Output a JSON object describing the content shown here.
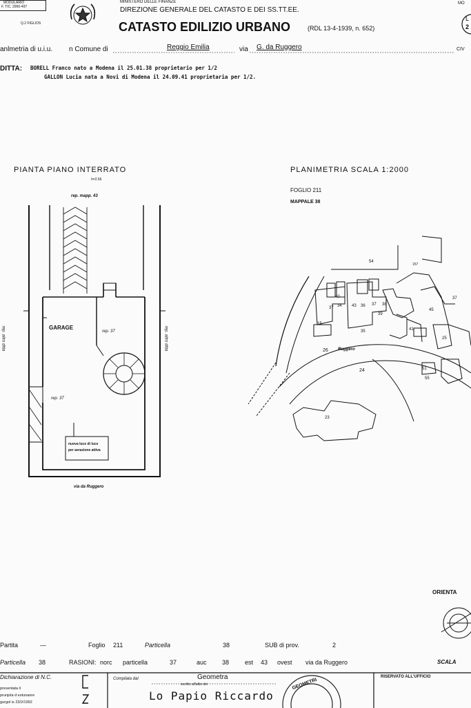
{
  "header": {
    "box_line1": "MODULARIO",
    "box_line2": "F. TIC. 2960-497",
    "box_code": "Q.2 FIGLIOS",
    "ministry": "MINISTERO DELLE FINANZE",
    "direction": "DIREZIONE GENERALE DEL CATASTO E DEI SS.TT.EE.",
    "catasto": "CATASTO EDILIZIO URBANO",
    "rdl": "(RDL 13-4-1939, n. 652)",
    "top_right": "MO",
    "circle_text1": "L",
    "circle_text2": "2",
    "planimetria_label": "anlmetria di u.i.u.",
    "comune_label": "n Comune di",
    "comune_value": "Reggio Emilia",
    "via_label": "via",
    "via_value": "G. da Ruggero",
    "civ_label": "CIV"
  },
  "ditta": {
    "label": "DITTA:",
    "line1": "BORELL  Franco  nato  a  Modena  il  25.01.38  proprietario  per  1/2",
    "line2": "GALLON  Lucia  nata  a  Novi  di  Modena  il  24.09.41  proprietaria  per  1/2."
  },
  "left_plan": {
    "title": "PIANTA PIANO INTERRATO",
    "subtitle": "h=2.66",
    "top_label": "rep. mapp. 43",
    "garage": "GARAGE",
    "room_a": "rep. 37",
    "room_b": "rep. 37",
    "side_left": "rep. altro ditta",
    "side_right": "rep. altro ditta",
    "note_line1": "nuova luce di luce",
    "note_line2": "per aerazione attiva",
    "street": "via da Ruggero"
  },
  "right_plan": {
    "title": "PLANIMETRIA SCALA  1:2000",
    "foglio": "FOGLIO  211",
    "mappale": "MAPPALE  38",
    "parcels": [
      "54",
      "157",
      "40",
      "37",
      "34",
      "36",
      "37",
      "38",
      "39",
      "15",
      "35",
      "43",
      "41",
      "45",
      "37",
      "25",
      "26",
      "24",
      "51",
      "55",
      "23"
    ],
    "street": "Ruggero"
  },
  "footer": {
    "orient": "ORIENTA",
    "scala": "SCALA",
    "partita_label": "Partita",
    "partita_value": "—",
    "foglio_label": "Foglio",
    "foglio_value": "211",
    "particella_label": "Particella",
    "particella_value": "38",
    "sub_label": "SUB di prov.",
    "sub_value": "2",
    "row2_particella_label": "Particella",
    "row2_particella_value": "38",
    "confini_label": "RASIONI:",
    "confini_text1": "norc",
    "confini_text2": "particella",
    "confini_val1": "37",
    "confini_text3": "auc",
    "confini_val2": "38",
    "confini_text4": "est",
    "confini_val3": "43",
    "confini_text5": "ovest",
    "confini_text6": "via da Ruggero",
    "dichiarazione": "Dichiarazione di N.C.",
    "compilata": "Compilata dal",
    "geometra": "Geometra",
    "nome": "Lo Papio Riccardo",
    "iscritto": "iscritto all'albo dei",
    "riservato": "RISERVATO ALL'UFFICIO",
    "stamp_text": "GEOMETRI",
    "footer_small1": "presentata il",
    "footer_small2": "prunjola d  estunaore",
    "footer_small3": "gurgol is 23/2/1992"
  }
}
